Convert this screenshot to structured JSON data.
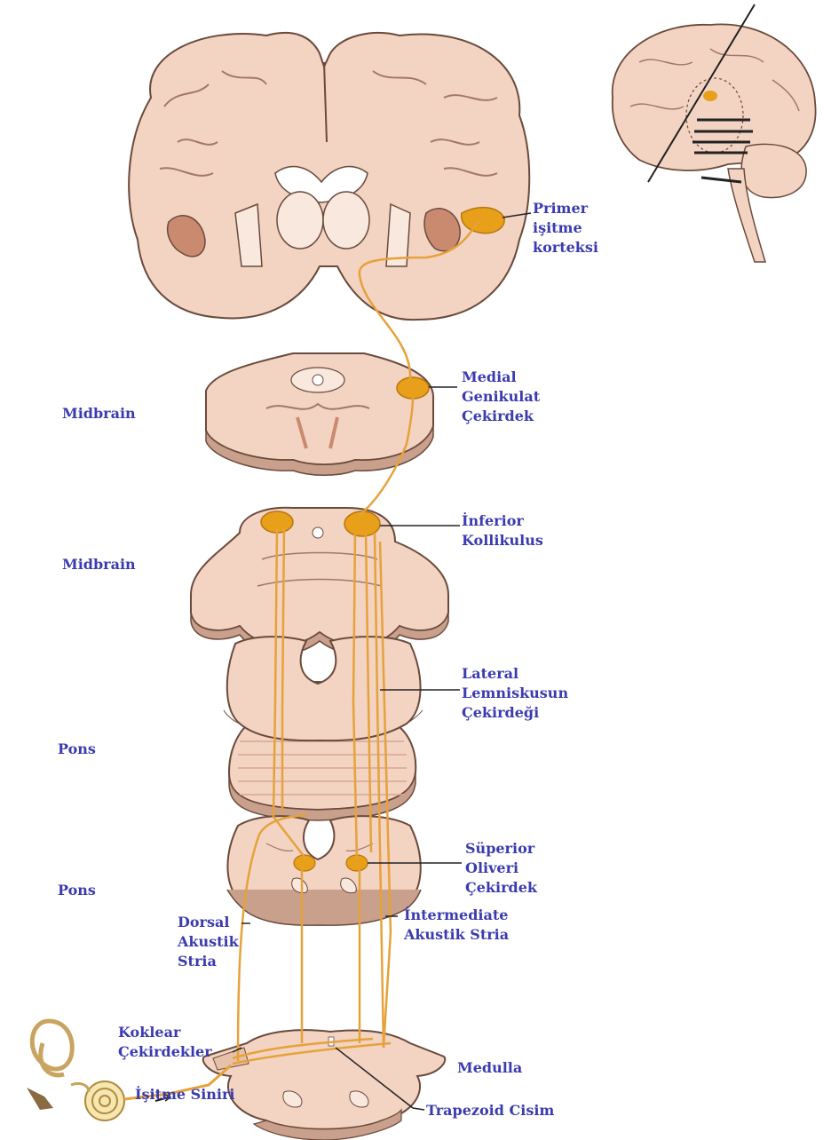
{
  "diagram": {
    "colors": {
      "tissue": "#f3d3c2",
      "tissue_dark": "#c9a08c",
      "outline": "#6b4a3c",
      "pathway": "#e6a23a",
      "nucleus": "#e8a01a",
      "label": "#3b3bb0",
      "leader": "#222222"
    },
    "section_labels": {
      "midbrain_upper": "Midbrain",
      "midbrain_lower": "Midbrain",
      "pons_upper": "Pons",
      "pons_lower": "Pons"
    },
    "structures": {
      "primary_auditory_cortex": [
        "Primer",
        "işitme",
        "korteksi"
      ],
      "medial_geniculate": [
        "Medial",
        "Genikulat",
        "Çekirdek"
      ],
      "inferior_colliculus": [
        "İnferior",
        "Kollikulus"
      ],
      "lateral_lemniscus": [
        "Lateral",
        "Lemniskusun",
        "Çekirdeği"
      ],
      "superior_olive": [
        "Süperior",
        "Oliveri",
        "Çekirdek"
      ],
      "dorsal_acoustic_stria": [
        "Dorsal",
        "Akustik",
        "Stria"
      ],
      "intermediate_acoustic_stria": [
        "İntermediate",
        "Akustik Stria"
      ],
      "cochlear_nuclei": [
        "Koklear",
        "Çekirdekler"
      ],
      "medulla": "Medulla",
      "auditory_nerve": "İşitme Siniri",
      "trapezoid_body": "Trapezoid Cisim"
    },
    "icons": {
      "inset": "brain-sagittal-inset-icon",
      "ear": "cochlea-ear-icon"
    }
  }
}
